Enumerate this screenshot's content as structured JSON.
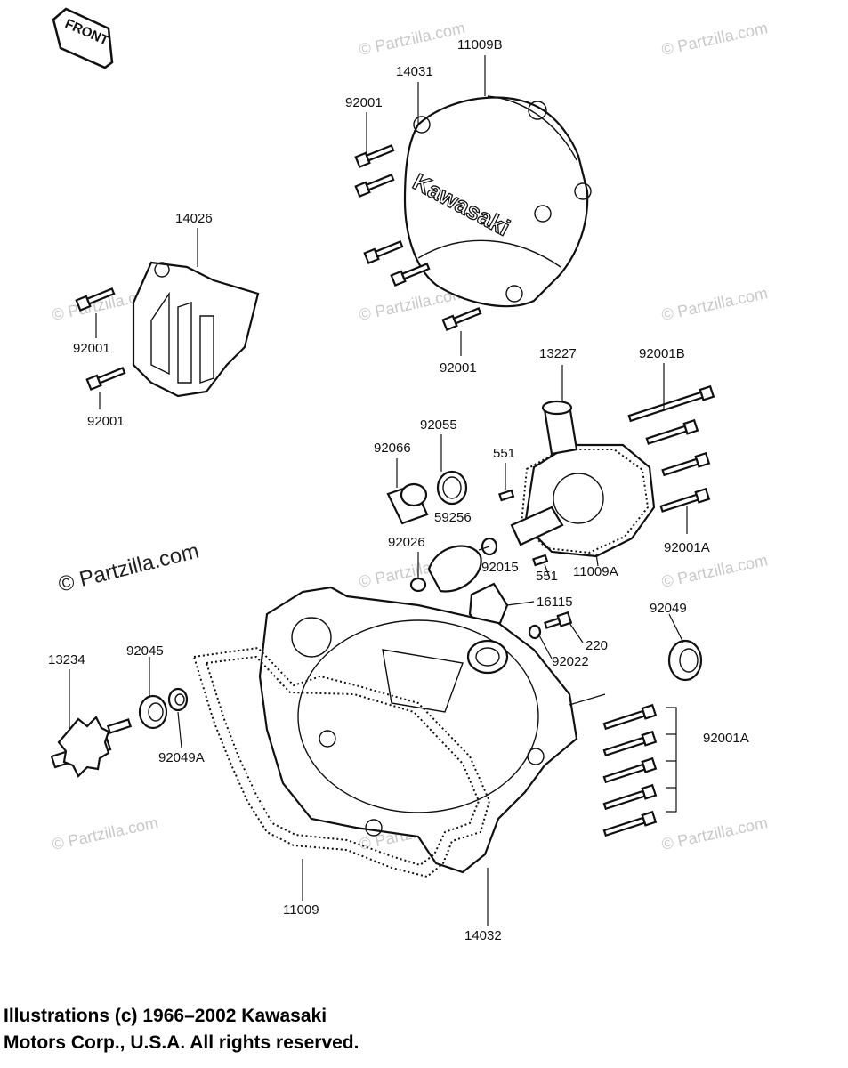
{
  "front_tag": "FRONT",
  "brand_text": "Kawasaki",
  "watermark": "© Partzilla.com",
  "copyright": {
    "line1": "Illustrations (c) 1966–2002 Kawasaki",
    "line2": "Motors Corp., U.S.A.  All rights reserved."
  },
  "labels": {
    "p11009B": "11009B",
    "p14031": "14031",
    "p92001_top": "92001",
    "p14026": "14026",
    "p92001_l1": "92001",
    "p92001_l2": "92001",
    "p92001_mid": "92001",
    "p13227": "13227",
    "p92001B": "92001B",
    "p92055": "92055",
    "p92066": "92066",
    "p551_a": "551",
    "p59256": "59256",
    "p92026": "92026",
    "p92015": "92015",
    "p551_b": "551",
    "p11009A": "11009A",
    "p92001A_r": "92001A",
    "p16115": "16115",
    "p92049": "92049",
    "p220": "220",
    "p92022": "92022",
    "p13234": "13234",
    "p92045": "92045",
    "p92049A": "92049A",
    "p92001A_r2": "92001A",
    "p11009": "11009",
    "p14032": "14032"
  }
}
